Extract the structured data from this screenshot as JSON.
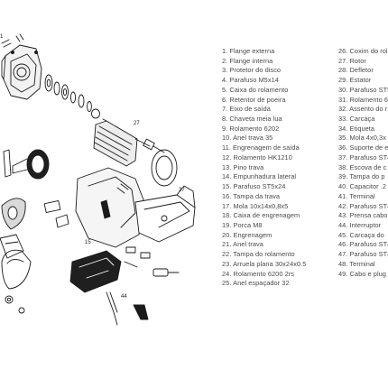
{
  "diagram": {
    "callouts": [
      "1",
      "15",
      "27",
      "37",
      "44"
    ]
  },
  "parts": {
    "column_a": [
      {
        "num": "1.",
        "name": "Flange externa"
      },
      {
        "num": "2.",
        "name": "Flange interna"
      },
      {
        "num": "3.",
        "name": "Protetor do disco"
      },
      {
        "num": "4.",
        "name": "Parafuso M5x14"
      },
      {
        "num": "5.",
        "name": "Caixa do rolamento"
      },
      {
        "num": "6.",
        "name": "Retentor de poeira"
      },
      {
        "num": "7.",
        "name": "Eixo de saída"
      },
      {
        "num": "8.",
        "name": "Chaveta meia lua"
      },
      {
        "num": "9.",
        "name": "Rolamento 6202"
      },
      {
        "num": "10.",
        "name": "Anel trava 35"
      },
      {
        "num": "11.",
        "name": "Engrenagem de saída"
      },
      {
        "num": "12.",
        "name": "Rolamento HK1210"
      },
      {
        "num": "13.",
        "name": "Pino trava"
      },
      {
        "num": "14.",
        "name": "Empunhadura lateral"
      },
      {
        "num": "15.",
        "name": "Parafuso ST5x24"
      },
      {
        "num": "16.",
        "name": "Tampa da trava"
      },
      {
        "num": "17.",
        "name": "Mola 10x14x0,8x5"
      },
      {
        "num": "18.",
        "name": "Caixa de engrenagem"
      },
      {
        "num": "19.",
        "name": "Porca M8"
      },
      {
        "num": "20.",
        "name": "Engrenagem"
      },
      {
        "num": "21.",
        "name": "Anel trava"
      },
      {
        "num": "22.",
        "name": "Tampa do rolamento"
      },
      {
        "num": "23.",
        "name": "Arruela plana 30x24x0.5"
      },
      {
        "num": "24.",
        "name": "Rolamento 6200 2rs"
      },
      {
        "num": "25.",
        "name": "Anel espaçador 32"
      }
    ],
    "column_b": [
      {
        "num": "26.",
        "name": "Coxim do rolamento"
      },
      {
        "num": "27.",
        "name": "Rotor"
      },
      {
        "num": "28.",
        "name": "Defletor"
      },
      {
        "num": "29.",
        "name": "Estator"
      },
      {
        "num": "30.",
        "name": "Parafuso ST5"
      },
      {
        "num": "31.",
        "name": "Rolamento 6"
      },
      {
        "num": "32.",
        "name": "Assento do r"
      },
      {
        "num": "33.",
        "name": "Carcaça"
      },
      {
        "num": "34.",
        "name": "Etiqueta"
      },
      {
        "num": "35.",
        "name": "Mola 4x0,3x"
      },
      {
        "num": "36.",
        "name": "Suporte de e"
      },
      {
        "num": "37.",
        "name": "Parafuso ST4"
      },
      {
        "num": "38.",
        "name": "Escova de c"
      },
      {
        "num": "39.",
        "name": "Tampa do p"
      },
      {
        "num": "40.",
        "name": "Capacitor .2"
      },
      {
        "num": "41.",
        "name": "Terminal"
      },
      {
        "num": "42.",
        "name": "Parafuso ST4"
      },
      {
        "num": "43.",
        "name": "Prensa cabo"
      },
      {
        "num": "44.",
        "name": "Interruptor"
      },
      {
        "num": "45.",
        "name": "Carcaça do"
      },
      {
        "num": "46.",
        "name": "Parafuso ST4"
      },
      {
        "num": "47.",
        "name": "Parafuso ST4"
      },
      {
        "num": "48.",
        "name": "Terminal"
      },
      {
        "num": "49.",
        "name": "Cabo e plug"
      }
    ]
  }
}
